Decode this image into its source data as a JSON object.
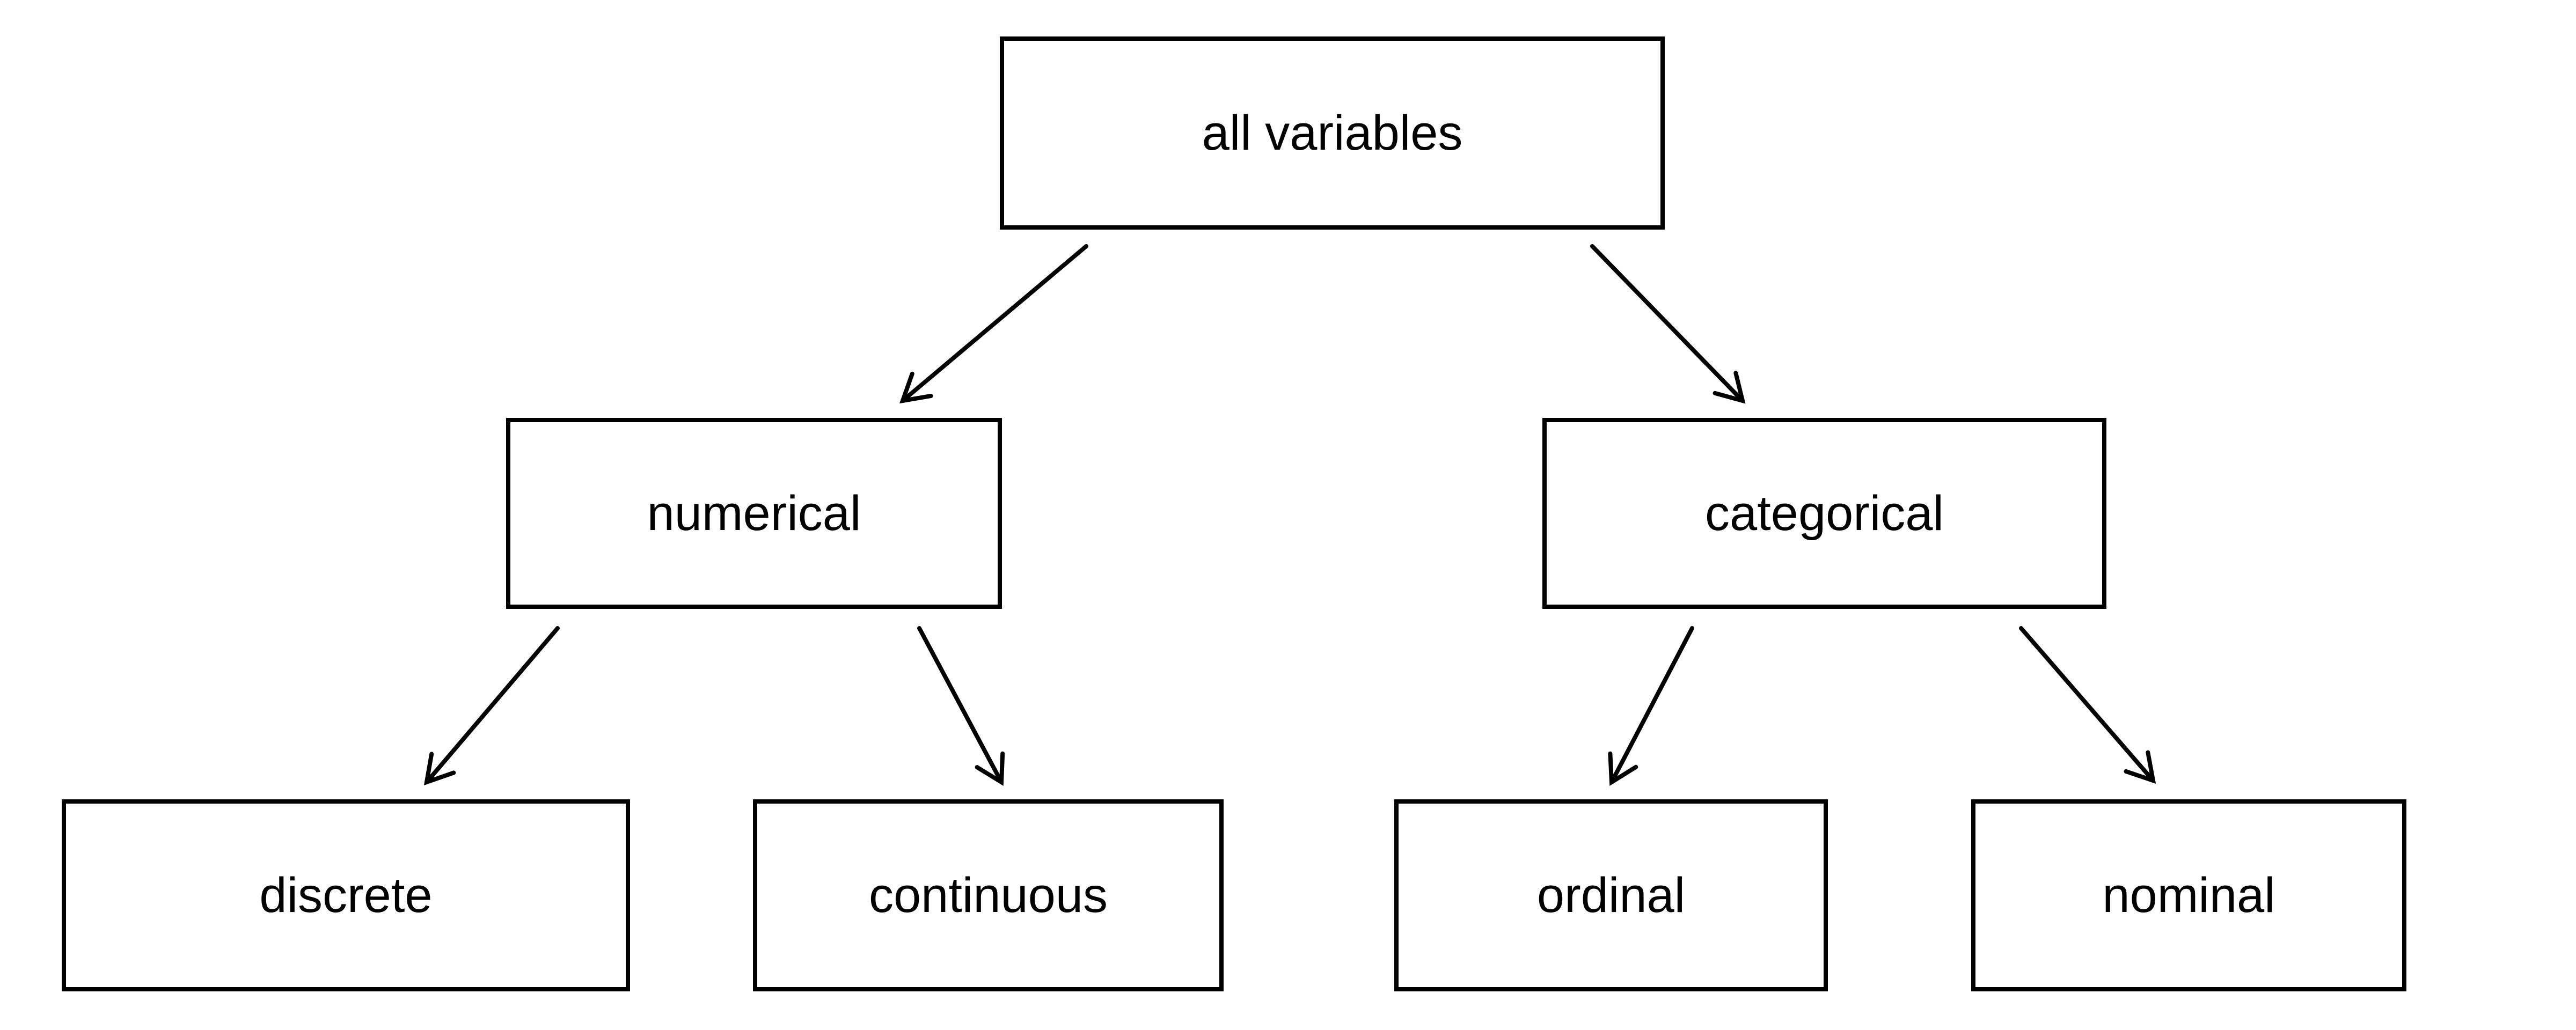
{
  "diagram": {
    "type": "tree",
    "colors": {
      "background": "#ffffff",
      "box_fill": "#ffffff",
      "line": "#000000",
      "text": "#000000"
    },
    "nodes": [
      {
        "id": "all-variables",
        "label": "all variables",
        "level": 0
      },
      {
        "id": "numerical",
        "label": "numerical",
        "level": 1
      },
      {
        "id": "categorical",
        "label": "categorical",
        "level": 1
      },
      {
        "id": "discrete",
        "label": "discrete",
        "level": 2
      },
      {
        "id": "continuous",
        "label": "continuous",
        "level": 2
      },
      {
        "id": "ordinal",
        "label": "ordinal",
        "level": 2
      },
      {
        "id": "nominal",
        "label": "nominal",
        "level": 2
      }
    ],
    "edges": [
      {
        "from": "all variables",
        "to": "numerical"
      },
      {
        "from": "all variables",
        "to": "categorical"
      },
      {
        "from": "numerical",
        "to": "discrete"
      },
      {
        "from": "numerical",
        "to": "continuous"
      },
      {
        "from": "categorical",
        "to": "ordinal"
      },
      {
        "from": "categorical",
        "to": "nominal"
      }
    ]
  }
}
